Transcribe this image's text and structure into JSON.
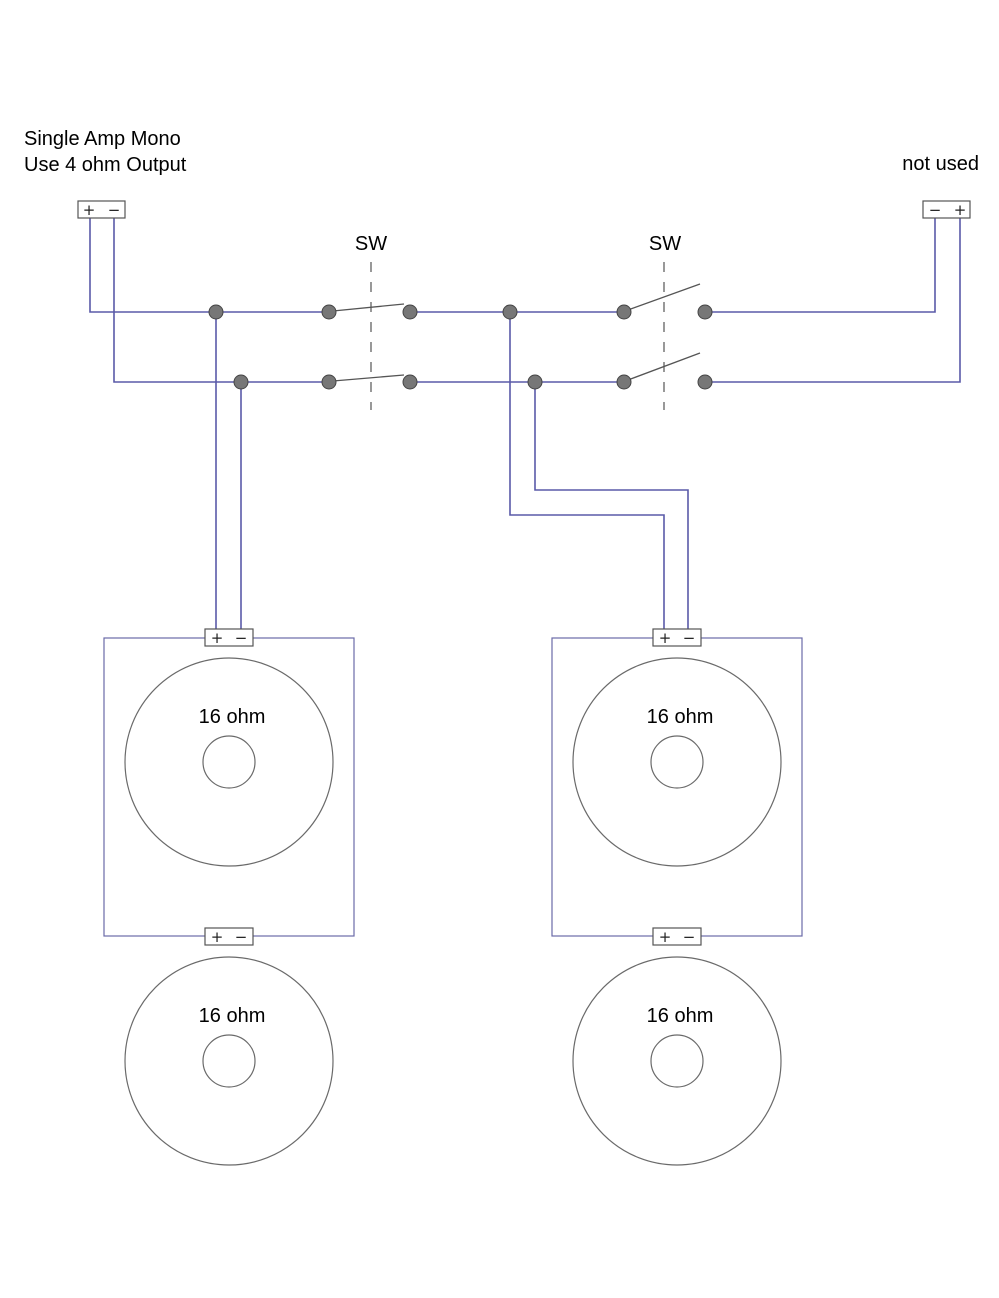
{
  "amp_label": {
    "line1": "Single Amp Mono",
    "line2": "Use 4 ohm Output"
  },
  "unused_label": "not used",
  "switch_labels": [
    "SW",
    "SW"
  ],
  "terminal_symbols": {
    "plus": "+",
    "minus": "−"
  },
  "speakers": [
    {
      "impedance": "16 ohm"
    },
    {
      "impedance": "16 ohm"
    },
    {
      "impedance": "16 ohm"
    },
    {
      "impedance": "16 ohm"
    }
  ],
  "colors": {
    "wire": "#5a5aa8",
    "outline": "#6a6a6a",
    "junction": "#777777"
  }
}
